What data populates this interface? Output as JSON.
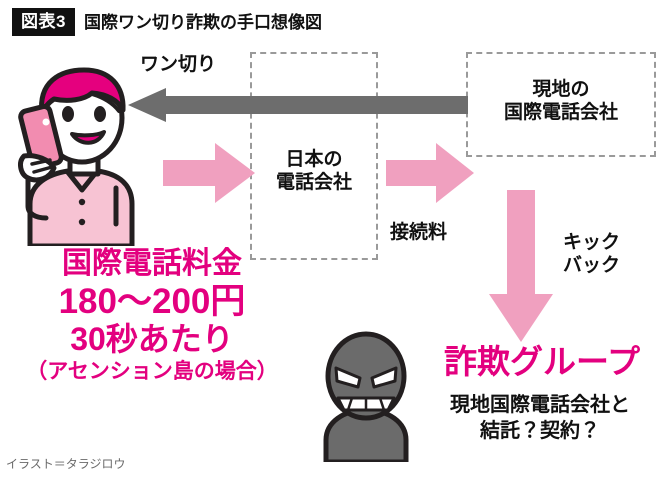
{
  "header": {
    "figure_badge": "図表3",
    "title": "国際ワン切り詐欺の手口想像図"
  },
  "boxes": {
    "japan_carrier": {
      "line1": "日本の",
      "line2": "電話会社"
    },
    "local_carrier": {
      "line1": "現地の",
      "line2": "国際電話会社"
    }
  },
  "arrows": {
    "wangiri_label": "ワン切り",
    "connection_fee_label": "接続料",
    "kickback_label_line1": "キック",
    "kickback_label_line2": "バック"
  },
  "price": {
    "line1": "国際電話料金",
    "line2": "180〜200円",
    "line3": "30秒あたり",
    "line4": "（アセンション島の場合）"
  },
  "scam": {
    "title": "詐欺グループ",
    "sub_line1": "現地国際電話会社と",
    "sub_line2": "結託？契約？"
  },
  "credit": "イラスト＝タラジロウ",
  "colors": {
    "accent_pink": "#e3007f",
    "arrow_pink": "#f0a0bf",
    "arrow_gray": "#6d6d6d",
    "dashed_border": "#9a9a9a",
    "villain_gray": "#6b6b6b",
    "hair_magenta": "#e5007e",
    "shirt_pink": "#f7c3d3",
    "outline_black": "#231f20"
  }
}
